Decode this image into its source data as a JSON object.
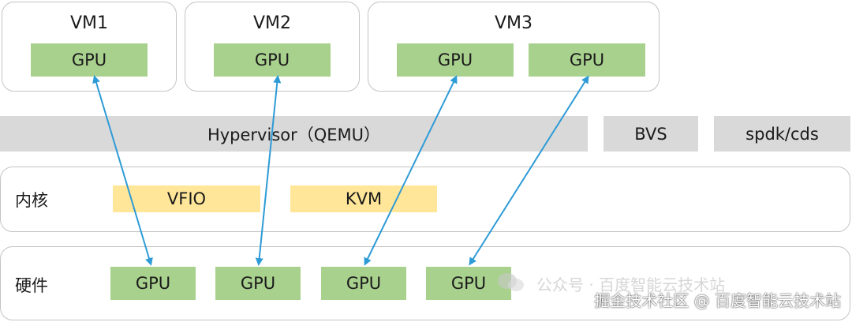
{
  "vms": [
    {
      "title": "VM1",
      "gpus": [
        "GPU"
      ]
    },
    {
      "title": "VM2",
      "gpus": [
        "GPU"
      ]
    },
    {
      "title": "VM3",
      "gpus": [
        "GPU",
        "GPU"
      ]
    }
  ],
  "hypervisor": {
    "label": "Hypervisor（QEMU）"
  },
  "bvs": {
    "label": "BVS"
  },
  "spdk": {
    "label": "spdk/cds"
  },
  "kernel": {
    "label": "内核",
    "modules": [
      "VFIO",
      "KVM"
    ]
  },
  "hardware": {
    "label": "硬件",
    "gpus": [
      "GPU",
      "GPU",
      "GPU",
      "GPU"
    ]
  },
  "watermark": {
    "faint": "公众号 · 百度智能云技术站",
    "text": "掘金技术社区 @ 百度智能云技术站"
  },
  "colors": {
    "gpu": "#a9d18e",
    "module": "#ffe699",
    "bar": "#d9d9d9",
    "arrow": "#2e9bd6",
    "border": "#c4c4c4"
  }
}
